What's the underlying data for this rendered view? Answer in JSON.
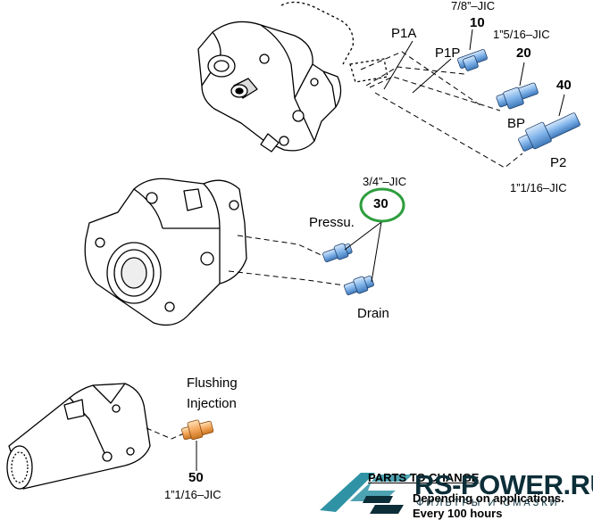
{
  "callouts": {
    "jic_7_8": "7/8”–JIC",
    "item_10": "10",
    "jic_1_5_16": "1”5/16–JIC",
    "port_p1a": "P1A",
    "port_p1p": "P1P",
    "item_20": "20",
    "item_40": "40",
    "port_bp": "BP",
    "port_p2": "P2",
    "jic_1_1_16_top": "1”1/16–JIC",
    "jic_3_4": "3/4”–JIC",
    "item_30": "30",
    "pressure": "Pressu.",
    "drain": "Drain",
    "flushing": "Flushing",
    "injection": "Injection",
    "item_50": "50",
    "jic_1_1_16_bottom": "1”1/16–JIC"
  },
  "notes": {
    "parts_to_change": "PARTS TO CHANGE",
    "depending": "Depending on applications.",
    "every": "Every 100 hours"
  },
  "watermark": {
    "brand": "RS-POWER.RU",
    "tagline": "ФИЛЬТРЫ И СМАЗКИ"
  },
  "colors": {
    "highlight_circle": "#2e9e3e",
    "fitting_blue": "#7fb3ea",
    "fitting_orange": "#f4a65a",
    "brand_dark": "#0c2e38",
    "brand_teal": "#2f93a5"
  }
}
